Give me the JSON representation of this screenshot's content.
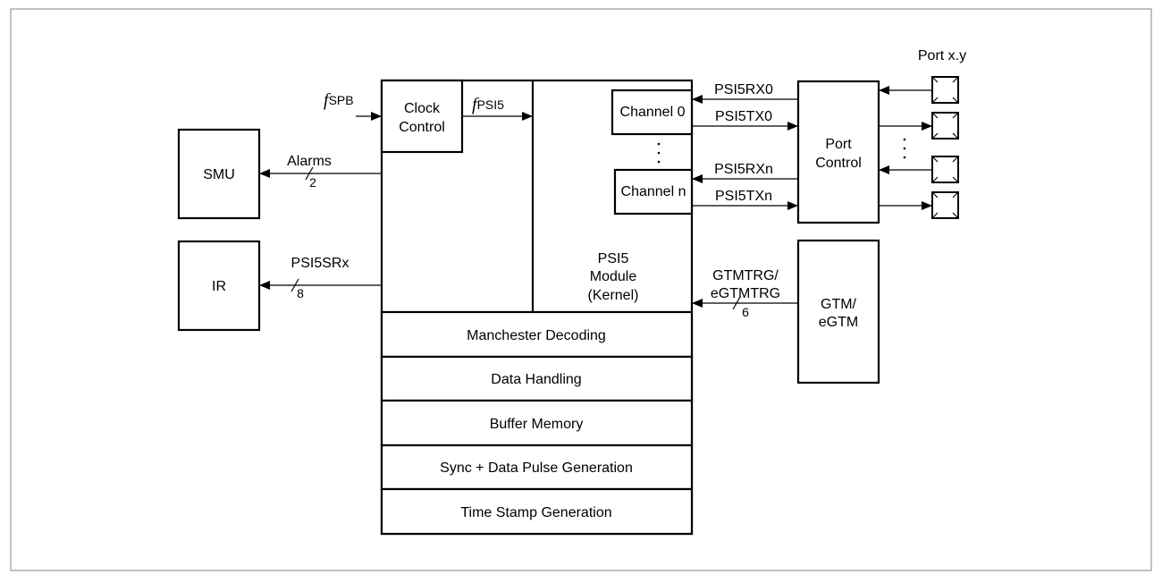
{
  "blocks": {
    "smu": "SMU",
    "ir": "IR",
    "clock_control": [
      "Clock",
      "Control"
    ],
    "channel_0": "Channel 0",
    "channel_n": "Channel n",
    "psi5_module": [
      "PSI5",
      "Module",
      "(Kernel)"
    ],
    "port_control": [
      "Port",
      "Control"
    ],
    "gtm": [
      "GTM/",
      "eGTM"
    ],
    "port_xy": "Port x.y"
  },
  "sub_blocks": [
    "Manchester Decoding",
    "Data Handling",
    "Buffer Memory",
    "Sync + Data Pulse Generation",
    "Time Stamp Generation"
  ],
  "signals": {
    "fspb_f": "f",
    "fspb_sub": "SPB",
    "fpsi5_f": "f",
    "fpsi5_sub": "PSI5",
    "alarms": "Alarms",
    "alarms_width": "2",
    "psi5srx": "PSI5SRx",
    "psi5srx_width": "8",
    "psi5rx0": "PSI5RX0",
    "psi5tx0": "PSI5TX0",
    "psi5rxn": "PSI5RXn",
    "psi5txn": "PSI5TXn",
    "gtmtrg": [
      "GTMTRG/",
      "eGTMTRG"
    ],
    "gtmtrg_width": "6"
  }
}
